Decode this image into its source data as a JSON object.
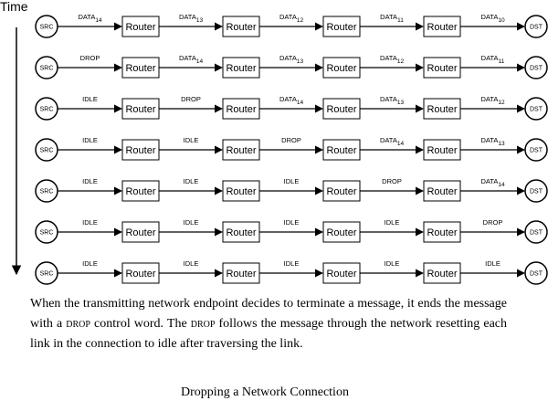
{
  "time_label": "Time",
  "src_label": "SRC",
  "dst_label": "DST",
  "router_label": "Router",
  "rows": [
    [
      "DATA14",
      "DATA13",
      "DATA12",
      "DATA11",
      "DATA10"
    ],
    [
      "DROP",
      "DATA14",
      "DATA13",
      "DATA12",
      "DATA11"
    ],
    [
      "IDLE",
      "DROP",
      "DATA14",
      "DATA13",
      "DATA12"
    ],
    [
      "IDLE",
      "IDLE",
      "DROP",
      "DATA14",
      "DATA13"
    ],
    [
      "IDLE",
      "IDLE",
      "IDLE",
      "DROP",
      "DATA14"
    ],
    [
      "IDLE",
      "IDLE",
      "IDLE",
      "IDLE",
      "DROP"
    ],
    [
      "IDLE",
      "IDLE",
      "IDLE",
      "IDLE",
      "IDLE"
    ]
  ],
  "caption": {
    "part1": "When the transmitting network endpoint decides to terminate a message, it ends the message with a ",
    "drop1": "drop",
    "part2": " control word. The ",
    "drop2": "drop",
    "part3": " follows the message through the network resetting each link in the connection to idle after traversing the link."
  },
  "figure_title": "Dropping a Network Connection"
}
